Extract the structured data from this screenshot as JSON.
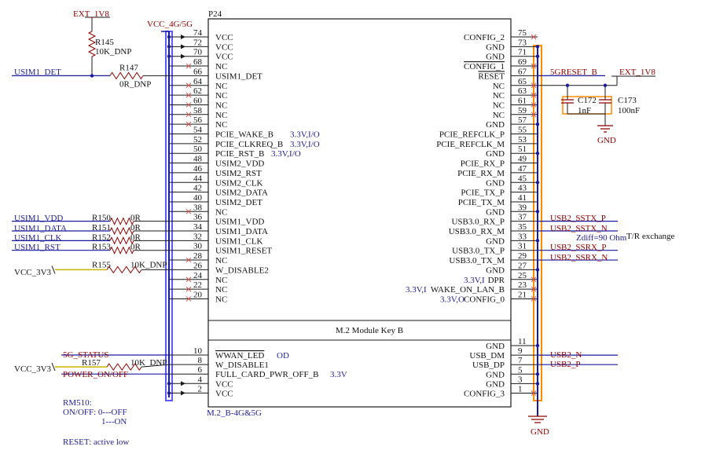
{
  "colors": {
    "wire_blue": "#1a1aa0",
    "net_label": "#8b0000",
    "component": "#8b0000",
    "highlight_blue": "#5a5aff",
    "highlight_orange": "#ff8c00",
    "power_wire": "#c8b400"
  },
  "part": {
    "ref": "P24",
    "inner_label": "M.2 Module Key B",
    "value": "M.2_B-4G&5G"
  },
  "left_pins": [
    {
      "num": "74",
      "name": "VCC"
    },
    {
      "num": "72",
      "name": "VCC"
    },
    {
      "num": "70",
      "name": "VCC"
    },
    {
      "num": "68",
      "name": "NC"
    },
    {
      "num": "66",
      "name": "USIM1_DET"
    },
    {
      "num": "64",
      "name": "NC"
    },
    {
      "num": "62",
      "name": "NC"
    },
    {
      "num": "60",
      "name": "NC"
    },
    {
      "num": "58",
      "name": "NC"
    },
    {
      "num": "56",
      "name": "NC"
    },
    {
      "num": "54",
      "name": "PCIE_WAKE_B",
      "note": "3.3V,I/O"
    },
    {
      "num": "52",
      "name": "PCIE_CLKREQ_B",
      "note": "3.3V,I/O"
    },
    {
      "num": "50",
      "name": "PCIE_RST_B",
      "note": "3.3V,I/O"
    },
    {
      "num": "48",
      "name": "USIM2_VDD"
    },
    {
      "num": "46",
      "name": "USIM2_RST"
    },
    {
      "num": "44",
      "name": "USIM2_CLK"
    },
    {
      "num": "42",
      "name": "USIM2_DATA"
    },
    {
      "num": "40",
      "name": "USIM2_DET"
    },
    {
      "num": "38",
      "name": "NC"
    },
    {
      "num": "36",
      "name": "USIM1_VDD"
    },
    {
      "num": "34",
      "name": "USIM1_DATA"
    },
    {
      "num": "32",
      "name": "USIM1_CLK"
    },
    {
      "num": "30",
      "name": "USIM1_RESET"
    },
    {
      "num": "28",
      "name": "NC"
    },
    {
      "num": "26",
      "name": "W_DISABLE2"
    },
    {
      "num": "24",
      "name": "NC"
    },
    {
      "num": "22",
      "name": "NC"
    },
    {
      "num": "20",
      "name": "NC"
    }
  ],
  "left_pins_bottom": [
    {
      "num": "10",
      "name": "WWAN_LED",
      "note": "OD"
    },
    {
      "num": "8",
      "name": "W_DISABLE1"
    },
    {
      "num": "6",
      "name": "FULL_CARD_PWR_OFF_B",
      "note": "3.3V"
    },
    {
      "num": "4",
      "name": "VCC"
    },
    {
      "num": "2",
      "name": "VCC"
    }
  ],
  "right_pins": [
    {
      "num": "75",
      "name": "CONFIG_2"
    },
    {
      "num": "73",
      "name": "GND"
    },
    {
      "num": "71",
      "name": "GND"
    },
    {
      "num": "69",
      "name": "CONFIG_1"
    },
    {
      "num": "67",
      "name": "RESET"
    },
    {
      "num": "65",
      "name": "NC"
    },
    {
      "num": "63",
      "name": "NC"
    },
    {
      "num": "61",
      "name": "NC"
    },
    {
      "num": "59",
      "name": "NC"
    },
    {
      "num": "57",
      "name": "GND"
    },
    {
      "num": "55",
      "name": "PCIE_REFCLK_P"
    },
    {
      "num": "53",
      "name": "PCIE_REFCLK_M"
    },
    {
      "num": "51",
      "name": "GND"
    },
    {
      "num": "49",
      "name": "PCIE_RX_P"
    },
    {
      "num": "47",
      "name": "PCIE_RX_M"
    },
    {
      "num": "45",
      "name": "GND"
    },
    {
      "num": "43",
      "name": "PCIE_TX_P"
    },
    {
      "num": "41",
      "name": "PCIE_TX_M"
    },
    {
      "num": "39",
      "name": "GND"
    },
    {
      "num": "37",
      "name": "USB3.0_RX_P"
    },
    {
      "num": "35",
      "name": "USB3.0_RX_M"
    },
    {
      "num": "33",
      "name": "GND"
    },
    {
      "num": "31",
      "name": "USB3.0_TX_P"
    },
    {
      "num": "29",
      "name": "USB3.0_TX_M"
    },
    {
      "num": "27",
      "name": "GND"
    },
    {
      "num": "25",
      "name": "DPR",
      "note": "3.3V,I"
    },
    {
      "num": "23",
      "name": "WAKE_ON_LAN_B",
      "note": "3.3V,I"
    },
    {
      "num": "21",
      "name": "CONFIG_0",
      "note": "3.3V,O"
    }
  ],
  "right_pins_bottom": [
    {
      "num": "11",
      "name": "GND"
    },
    {
      "num": "9",
      "name": "USB_DM"
    },
    {
      "num": "7",
      "name": "USB_DP"
    },
    {
      "num": "5",
      "name": "GND"
    },
    {
      "num": "3",
      "name": "GND"
    },
    {
      "num": "1",
      "name": "CONFIG_3"
    }
  ],
  "nets": {
    "ext_1v8_left": "EXT_1V8",
    "vcc_4g5g": "VCC_4G/5G",
    "usim1_det": "USIM1_DET",
    "usim1_vdd": "USIM1_VDD",
    "usim1_data": "USIM1_DATA",
    "usim1_clk": "USIM1_CLK",
    "usim1_rst": "USIM1_RST",
    "vcc_3v3_a": "VCC_3V3",
    "vcc_3v3_b": "VCC_3V3",
    "status_5g": "5G_STATUS",
    "power_onoff": "POWER_ON/OFF",
    "ext_1v8_right": "EXT_1V8",
    "reset_b": "5GRESET_B",
    "sstx_p": "USB2_SSTX_P",
    "sstx_n": "USB2_SSTX_N",
    "ssrx_p": "USB2_SSRX_P",
    "ssrx_n": "USB2_SSRX_N",
    "usb2_n": "USB2_N",
    "usb2_p": "USB2_P",
    "gnd_a": "GND",
    "gnd_b": "GND"
  },
  "components": {
    "r145": {
      "ref": "R145",
      "value": "10K_DNP"
    },
    "r147": {
      "ref": "R147",
      "value": "0R_DNP"
    },
    "r150": {
      "ref": "R150",
      "value": "0R"
    },
    "r151": {
      "ref": "R151",
      "value": "0R"
    },
    "r152": {
      "ref": "R152",
      "value": "0R"
    },
    "r153": {
      "ref": "R153",
      "value": "0R"
    },
    "r155": {
      "ref": "R155",
      "value": "10K_DNP"
    },
    "r157": {
      "ref": "R157",
      "value": "10K_DNP"
    },
    "c172": {
      "ref": "C172",
      "value": "1nF"
    },
    "c173": {
      "ref": "C173",
      "value": "100nF"
    }
  },
  "annotations": {
    "zdiff": "Zdiff=90 Ohm",
    "tr_exchange": "T/R exchange",
    "rm_title": "RM510:",
    "rm_line1": "ON/OFF:  0---OFF",
    "rm_line2": "1---ON",
    "reset_note": "RESET:  active low"
  }
}
